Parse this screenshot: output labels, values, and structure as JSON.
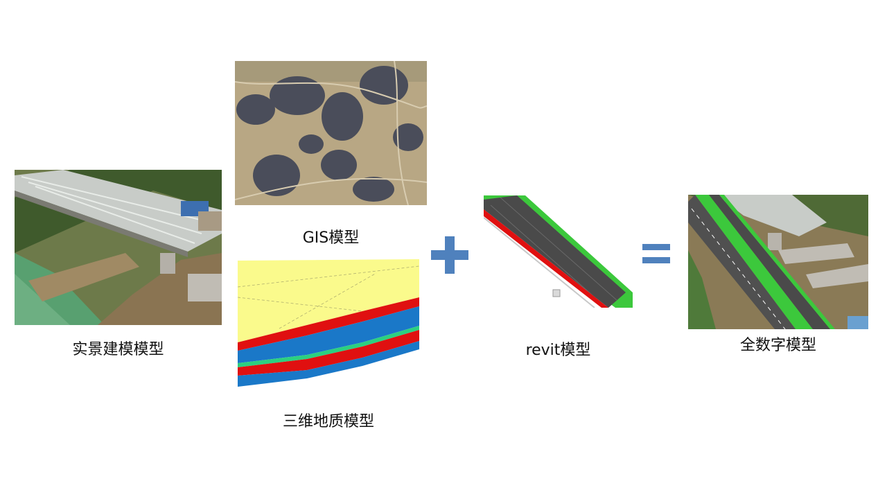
{
  "panels": {
    "realscene": {
      "caption": "实景建模模型"
    },
    "gis": {
      "caption": "GIS模型"
    },
    "geology": {
      "caption": "三维地质模型"
    },
    "revit": {
      "caption": "revit模型"
    },
    "fulldigital": {
      "caption": "全数字模型"
    }
  },
  "colors": {
    "operator": "#4f81bd",
    "road_green": "#3cc83c",
    "geology_yellow": "#fafa8c",
    "geology_red": "#e01010",
    "geology_blue": "#1a78c8"
  }
}
